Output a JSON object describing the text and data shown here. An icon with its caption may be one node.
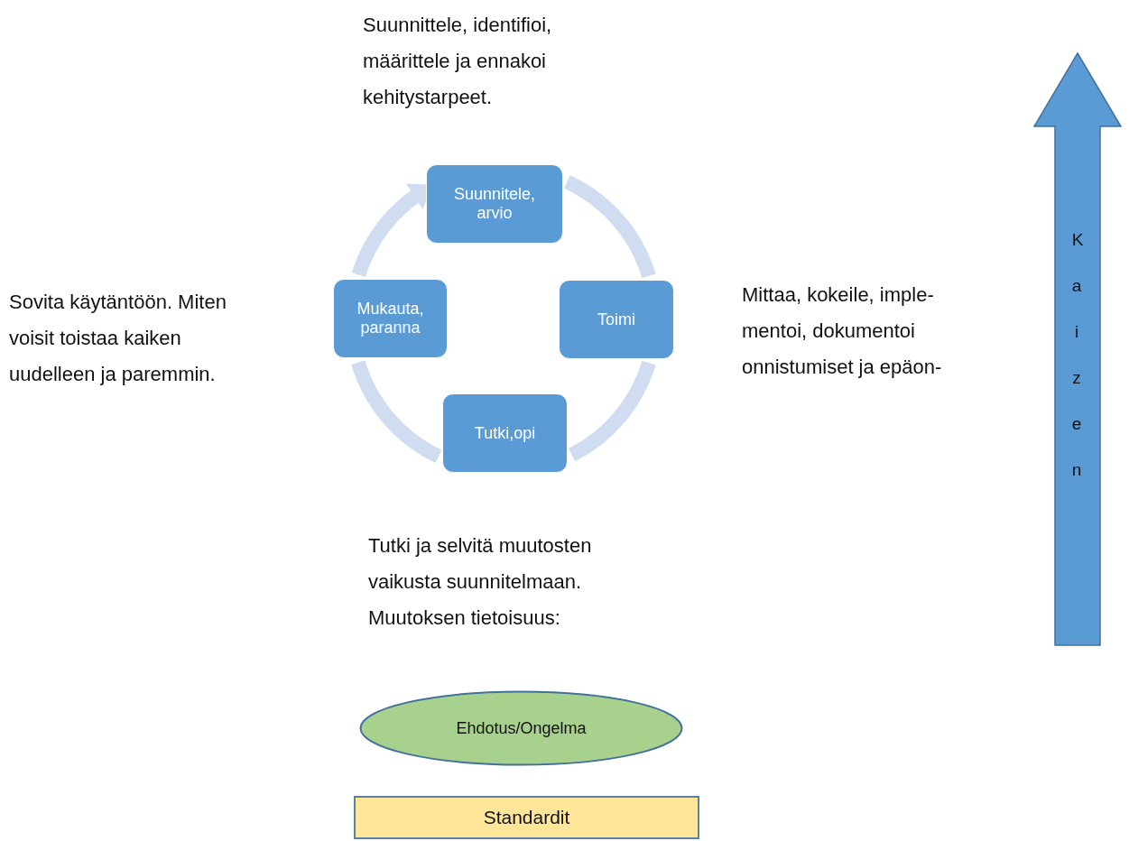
{
  "diagram": {
    "nodes": [
      {
        "text": [
          "Suunnitele, arvio"
        ]
      },
      {
        "text": [
          "Toimi"
        ]
      },
      {
        "text": [
          "Tutki,opi"
        ]
      },
      {
        "text": [
          "Mukauta, paranna"
        ]
      },
      {
        "text": [
          "Ehdotus/Ongelma"
        ]
      },
      {
        "text": [
          "Standardit"
        ]
      },
      {
        "text": [
          "Kaizen"
        ]
      }
    ],
    "edges": [
      {
        "from": 0,
        "to": 1,
        "arrow": "none"
      },
      {
        "from": 1,
        "to": 2,
        "arrow": "none"
      },
      {
        "from": 2,
        "to": 3,
        "arrow": "none"
      },
      {
        "from": 3,
        "to": 0,
        "arrow": "to"
      }
    ],
    "labels": [
      "Suunnittele, identifioi, määrittele ja ennakoi kehitystarpeet.",
      "Sovita käytäntöön. Miten voisit toistaa kaiken uudelleen ja paremmin.",
      "Mittaa, kokeile, imple- mentoi, dokumentoi onnistumiset ja epäon-",
      "Tutki ja selvitä muutosten vaikusta suunnitelmaan. Muutoksen tietoisuus:"
    ]
  }
}
